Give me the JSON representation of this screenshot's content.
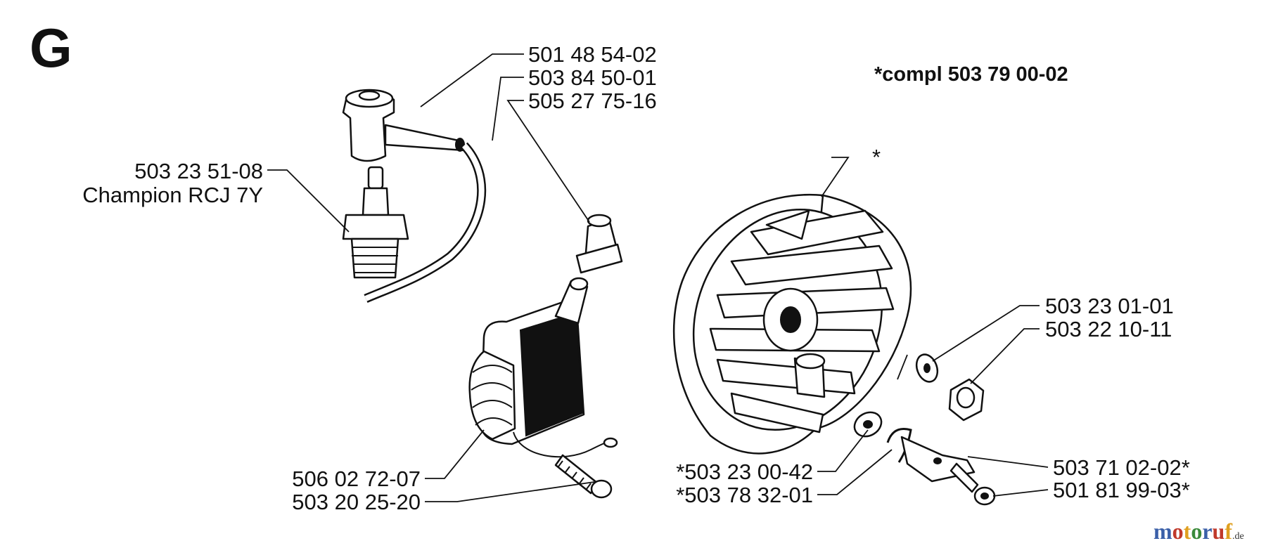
{
  "section": {
    "letter": "G"
  },
  "assembly_note": "*compl 503 79 00-02",
  "callouts": {
    "p_501_48_54_02": "501 48 54-02",
    "p_503_84_50_01": "503 84 50-01",
    "p_505_27_75_16": "505 27 75-16",
    "p_503_23_51_08": "503 23 51-08",
    "plug_type": "Champion RCJ 7Y",
    "flywheel_marker": "*",
    "p_503_23_01_01": "503 23 01-01",
    "p_503_22_10_11": "503 22 10-11",
    "p_506_02_72_07": "506 02 72-07",
    "p_503_20_25_20": "503 20 25-20",
    "p_503_23_00_42": "*503 23 00-42",
    "p_503_78_32_01": "*503 78 32-01",
    "p_503_71_02_02": "503 71 02-02*",
    "p_501_81_99_03": "501 81 99-03*"
  },
  "watermark": {
    "brand": "motoruf",
    "tld": ".de",
    "colors": [
      "#3a5fa8",
      "#c0392b",
      "#e0a020",
      "#3a8a3a"
    ]
  },
  "icons": [
    "spark-plug-cap-icon",
    "ignition-lead-icon",
    "lead-terminal-icon",
    "spark-plug-icon",
    "ignition-module-icon",
    "screw-icon",
    "flywheel-icon",
    "washer-icon",
    "nut-icon",
    "starter-pawl-icon",
    "pawl-spring-icon",
    "shoulder-bolt-icon"
  ]
}
